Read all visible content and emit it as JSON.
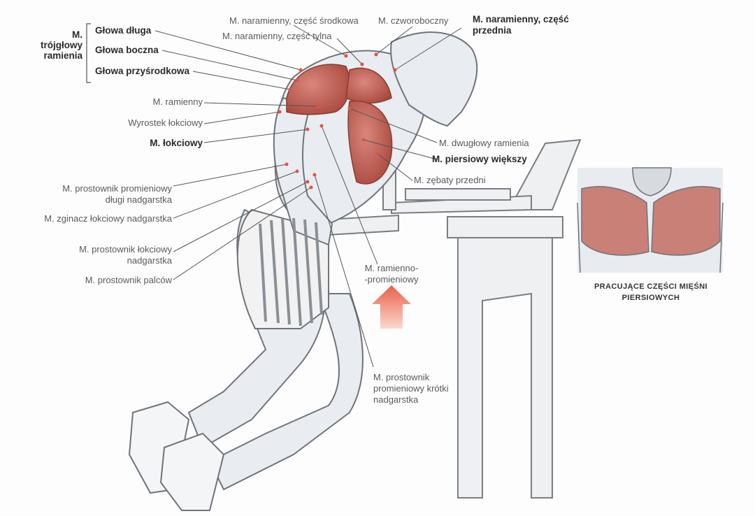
{
  "left_group": {
    "title_l1": "M.",
    "title_l2": "trójgłowy",
    "title_l3": "ramienia",
    "heads": [
      "Głowa długa",
      "Głowa boczna",
      "Głowa przyśrodkowa"
    ]
  },
  "labels": {
    "top_sredkowa": "M. naramienny, część środkowa",
    "top_tylna": "M. naramienny, część tylna",
    "top_czworoboczny": "M. czworoboczny",
    "top_przednia_l1": "M. naramienny, część",
    "top_przednia_l2": "przednia",
    "ramienny": "M. ramienny",
    "wyrostek": "Wyrostek łokciowy",
    "lokciowy": "M. łokciowy",
    "prostownik_dlugi_l1": "M. prostownik promieniowy",
    "prostownik_dlugi_l2": "długi nadgarstka",
    "zginacz_l1": "M. zginacz łokciowy nadgarstka",
    "prostownik_lokciowy_l1": "M. prostownik łokciowy",
    "prostownik_lokciowy_l2": "nadgarstka",
    "prostownik_palcow": "M. prostownik palców",
    "dwuglowy": "M. dwugłowy ramienia",
    "piersiowy": "M. piersiowy większy",
    "zebaty": "M. zębaty przedni",
    "ramienno_l1": "M. ramienno-",
    "ramienno_l2": "-promieniowy",
    "krotki_l1": "M. prostownik",
    "krotki_l2": "promieniowy krótki",
    "krotki_l3": "nadgarstka"
  },
  "inset": {
    "caption_l1": "PRACUJĄCE CZĘŚCI MIĘŚNI",
    "caption_l2": "PIERSIOWYCH"
  },
  "colors": {
    "muscle": "#c0665a",
    "arrow": "#e8604a",
    "leader": "#555555"
  }
}
